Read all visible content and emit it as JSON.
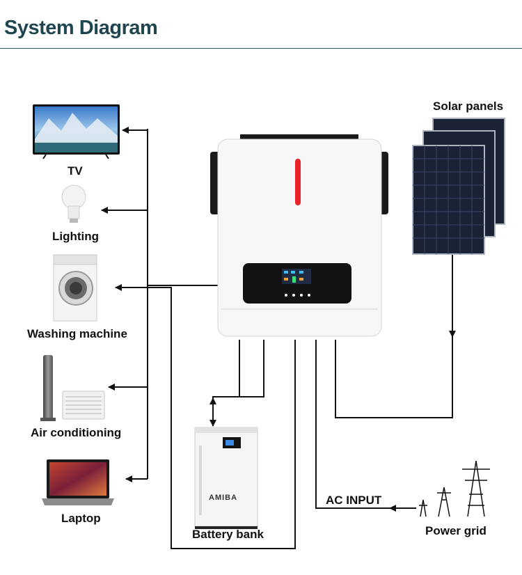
{
  "page": {
    "title": "System Diagram"
  },
  "appliances": [
    {
      "id": "tv",
      "label": "TV"
    },
    {
      "id": "lighting",
      "label": "Lighting"
    },
    {
      "id": "washing",
      "label": "Washing machine"
    },
    {
      "id": "aircon",
      "label": "Air conditioning"
    },
    {
      "id": "laptop",
      "label": "Laptop"
    }
  ],
  "sources": {
    "solar_label": "Solar panels",
    "battery_label": "Battery bank",
    "battery_brand": "AMIBA",
    "grid_label": "Power grid",
    "ac_input_label": "AC INPUT"
  },
  "colors": {
    "title": "#1f4550",
    "line": "#111111",
    "indicator": "#e8232a",
    "panel": "#1f2a44"
  }
}
